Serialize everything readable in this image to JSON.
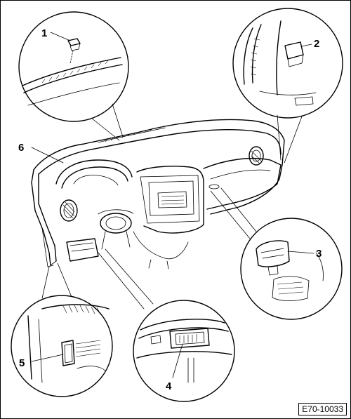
{
  "figure_id": "E70-10033",
  "callouts": [
    "1",
    "2",
    "3",
    "4",
    "5",
    "6"
  ]
}
